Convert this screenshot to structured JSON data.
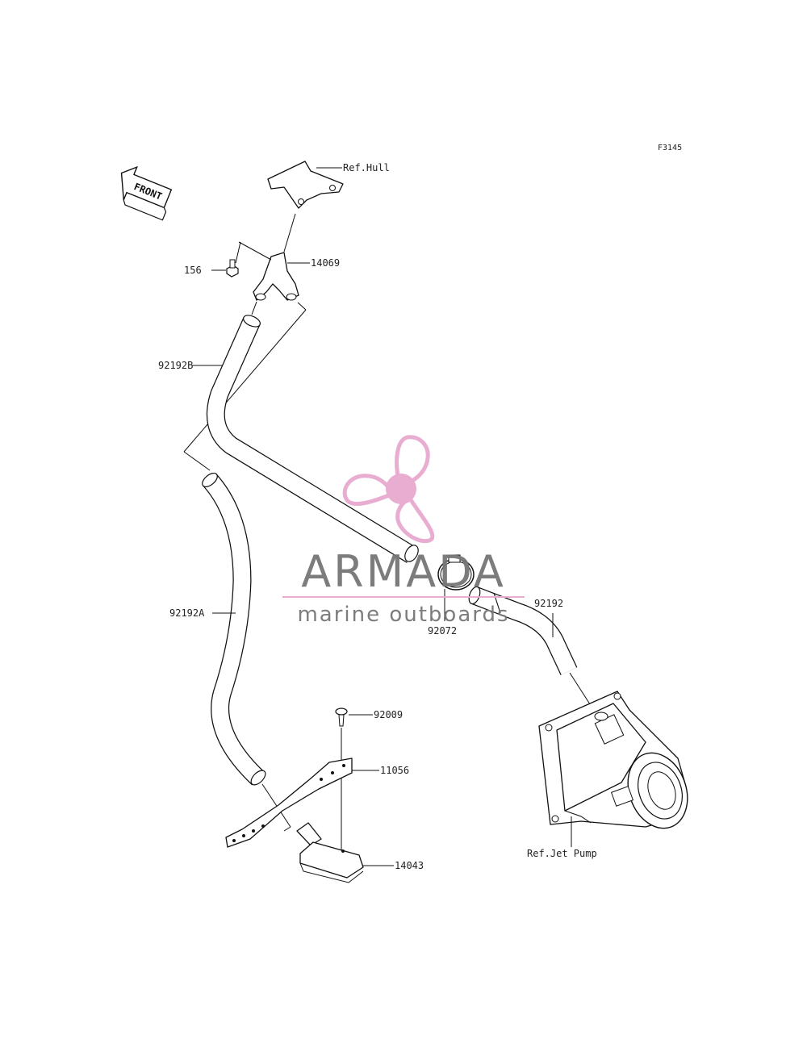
{
  "figure_code": "F3145",
  "front_label": "FRONT",
  "parts": {
    "ref_hull": "Ref.Hull",
    "p14069": "14069",
    "p156": "156",
    "p92192B": "92192B",
    "p92192A": "92192A",
    "p92072": "92072",
    "p92192": "92192",
    "p92009": "92009",
    "p11056": "11056",
    "p14043": "14043",
    "ref_jet_pump": "Ref.Jet Pump"
  },
  "watermark": {
    "brand": "ARMADA",
    "tagline": "marine outboards",
    "accent_color": "#e8a9cf",
    "text_color": "#767676"
  }
}
